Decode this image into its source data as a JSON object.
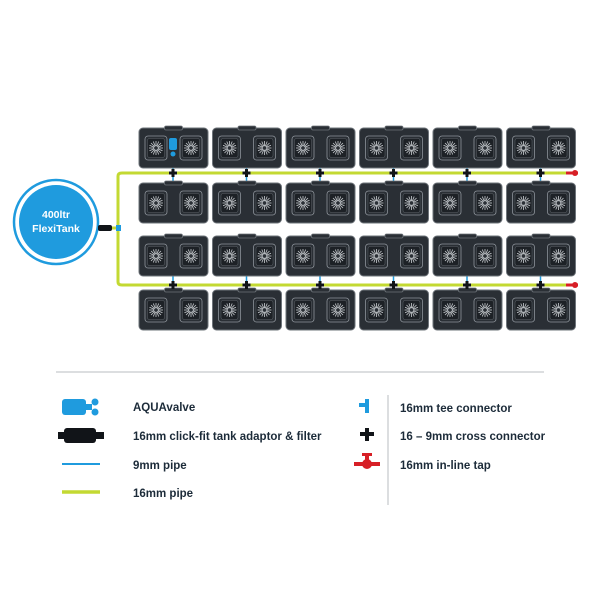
{
  "tank": {
    "label_line1": "400ltr",
    "label_line2": "FlexiTank",
    "color": "#1f9bde"
  },
  "system": {
    "rows": 4,
    "trays_per_row": 6,
    "pots_per_tray": 2,
    "main_pipe_color": "#c3d932",
    "sub_pipe_color": "#1f9bde",
    "tap_color": "#d71f26"
  },
  "legend": {
    "left": [
      {
        "icon": "aquavalve-icon",
        "label": "AQUAvalve"
      },
      {
        "icon": "tank-adaptor-filter-icon",
        "label": "16mm click-fit tank adaptor & filter"
      },
      {
        "icon": "9mm-pipe-icon",
        "label": "9mm pipe"
      },
      {
        "icon": "16mm-pipe-icon",
        "label": "16mm pipe"
      }
    ],
    "right": [
      {
        "icon": "tee-connector-icon",
        "label": "16mm tee connector"
      },
      {
        "icon": "cross-connector-icon",
        "label": "16 – 9mm cross connector"
      },
      {
        "icon": "inline-tap-icon",
        "label": "16mm in-line tap"
      }
    ]
  }
}
